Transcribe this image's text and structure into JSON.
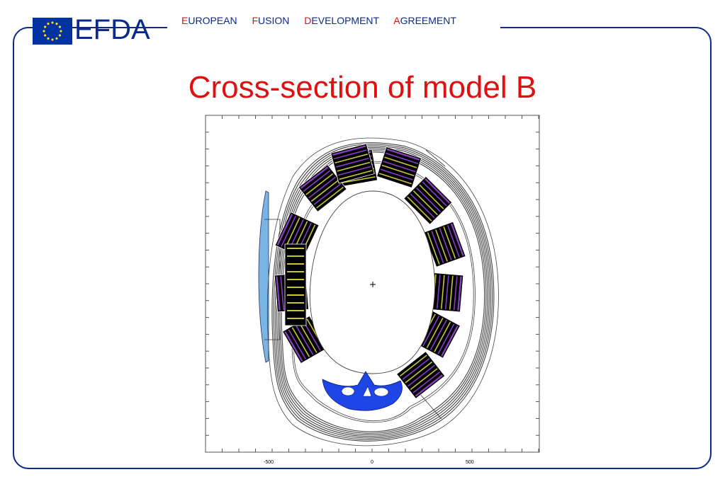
{
  "header": {
    "logo_text": "EFDA",
    "agreement": [
      {
        "initial": "E",
        "rest": "UROPEAN"
      },
      {
        "initial": "F",
        "rest": "USION"
      },
      {
        "initial": "D",
        "rest": "EVELOPMENT"
      },
      {
        "initial": "A",
        "rest": "GREEMENT"
      }
    ]
  },
  "slide": {
    "title": "Cross-section of model B"
  },
  "figure": {
    "x_ticks": [
      "-500",
      "0",
      "500"
    ]
  },
  "colors": {
    "brand_blue": "#0b2a8a",
    "title_red": "#e01010",
    "coil_purple": "#8a3cc8",
    "coil_yellow": "#c8c832",
    "divertor_blue": "#1e46e6",
    "solenoid_blue": "#78b4e6"
  }
}
